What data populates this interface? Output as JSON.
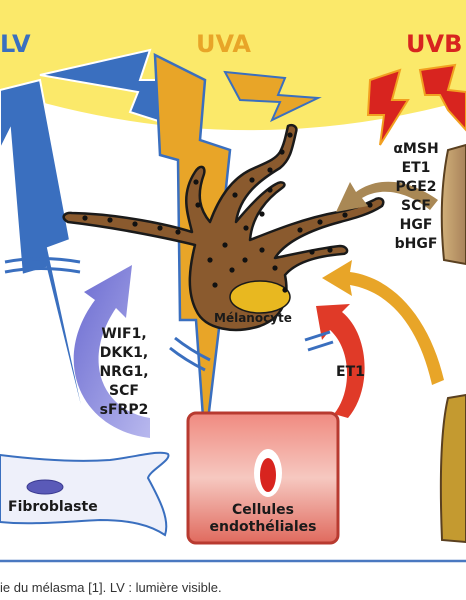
{
  "radiation": {
    "lv": "LV",
    "uva": "UVA",
    "uvb": "UVB"
  },
  "cells": {
    "melanocyte": "Mélanocyte",
    "fibroblast": "Fibroblaste",
    "endothelial_line1": "Cellules",
    "endothelial_line2": "endothéliales"
  },
  "factors": {
    "fibroblast": [
      "WIF1,",
      "DKK1,",
      "NRG1,",
      "SCF",
      "sFRP2"
    ],
    "keratinocyte": [
      "αMSH",
      "ET1",
      "PGE2",
      "SCF",
      "HGF",
      "bHGF"
    ],
    "endothelial": "ET1"
  },
  "caption": "ie du mélasma [1]. LV : lumière visible.",
  "colors": {
    "sun": "#fbe96a",
    "lv": "#3a6fbf",
    "uva": "#e8a528",
    "uvb": "#d8241f",
    "melanocyte": "#8a5a2e",
    "fibroblast_arrow": "#7a7ad0",
    "endothelial": "#e06a5e",
    "border": "#4a78c0"
  }
}
